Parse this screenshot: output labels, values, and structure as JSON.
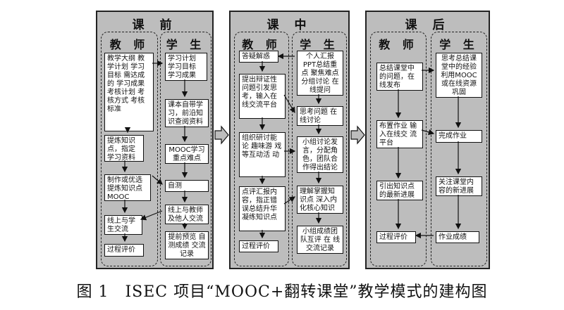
{
  "phases": {
    "before": {
      "title": "课 前",
      "teacher_title": "教 师",
      "student_title": "学 生",
      "teacher": [
        "教学大纲 教学计划 学习目标 需达成的 学习成果 考核计划 考核方式 考核标准",
        "提炼知识 点，指定 学习资料",
        "制作或优选 提炼知识点 MOOC",
        "线上与学 生交流",
        "过程评价"
      ],
      "student": [
        "学习计划 学习目标 学习成果",
        "课本自带学 习，前沿知 识查阅资料",
        "MOOC学习 重点难点",
        "自测",
        "线上与教师 及他人交流",
        "提前预览 自测成绩 交流记录"
      ]
    },
    "during": {
      "title": "课 中",
      "teacher_title": "教 师",
      "student_title": "学 生",
      "teacher": [
        "答疑解惑",
        "提出辩证性 问题引发思 考，输入在 线交流平台",
        "组织研讨能 论 趣味游 戏等互动活 动",
        "点评汇报内 容，指正错 误总结升华 凝练知识点",
        "过程评价"
      ],
      "student": [
        "个人汇报 PPT总结重 点 聚焦难点 分组讨论 在线提问",
        "思考问题 在线讨论",
        "小组讨论发 言，分配角 色，团队合 作得出结论",
        "理解掌握知 识点 深入内 化核心知识",
        "小组成绩团 队互评 在 线交流记录"
      ]
    },
    "after": {
      "title": "课 后",
      "teacher_title": "教 师",
      "student_title": "学 生",
      "teacher": [
        "总结课堂中 的问题，在 线发布",
        "布置作业 输入在线交 流平台",
        "引出知识点 的最新进展",
        "过程评价"
      ],
      "student": [
        "思考总结课 堂中的经验 利用MOOC 或在线资源 巩固",
        "完成作业",
        "关注课堂内 容的新进展",
        "作业成绩"
      ]
    }
  },
  "caption": "图 1　ISEC 项目“MOOC+翻转课堂”教学模式的建构图"
}
